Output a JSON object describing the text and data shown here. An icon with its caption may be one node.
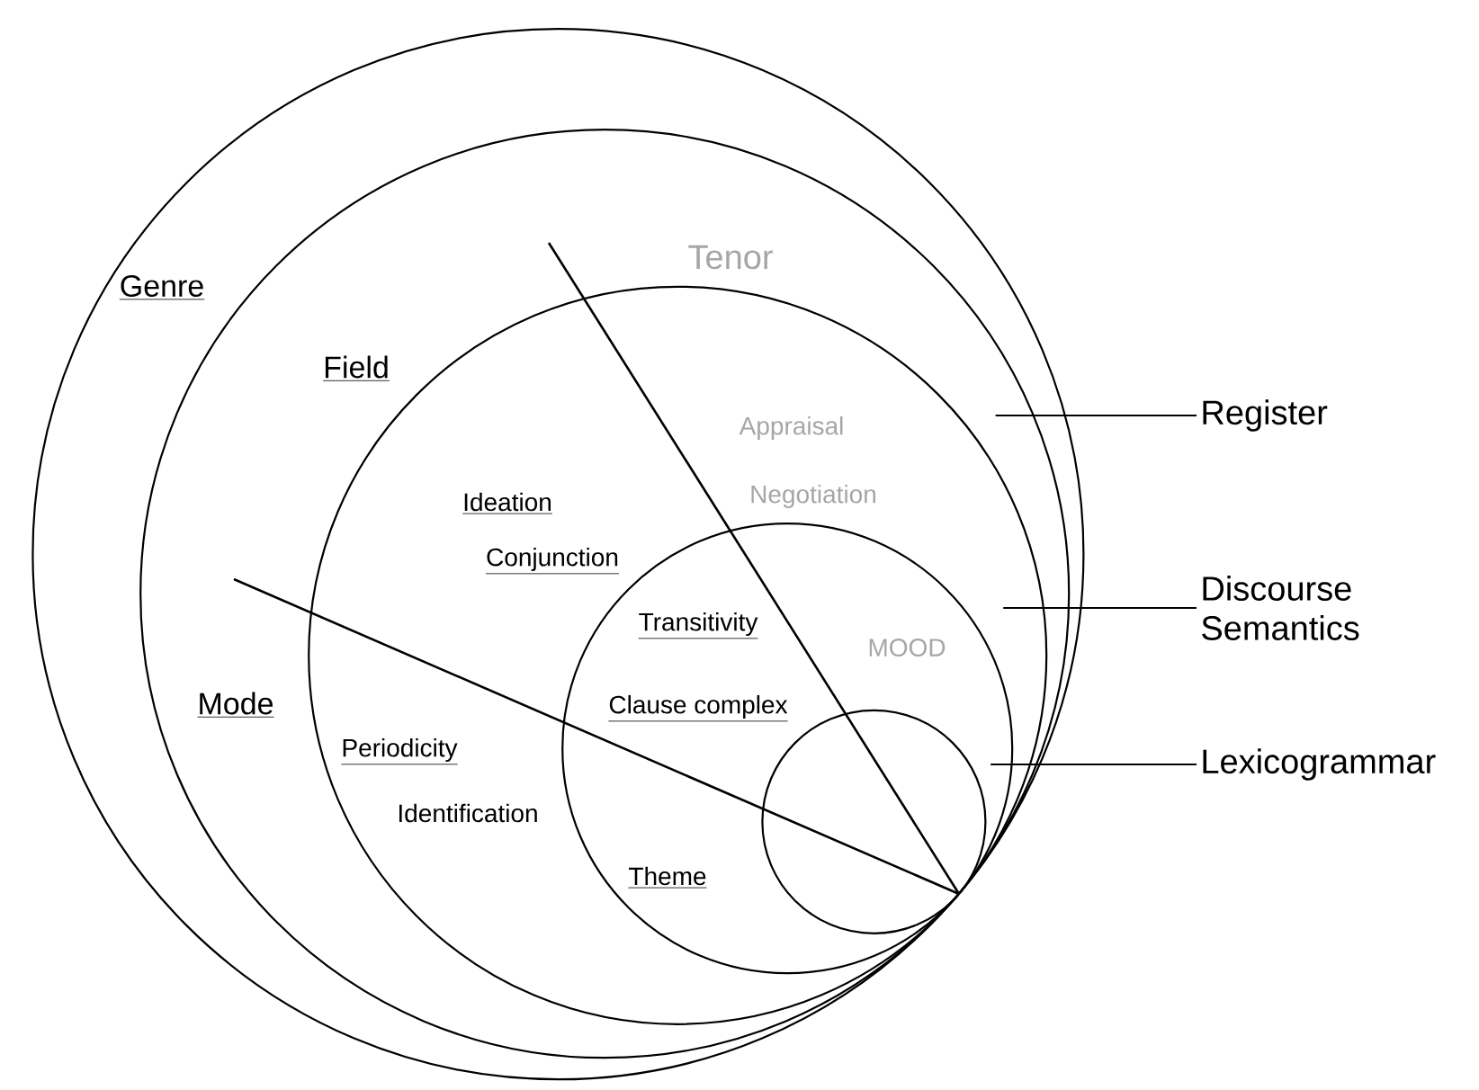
{
  "diagram": {
    "nodes": [
      {
        "text": [
          "Genre"
        ]
      },
      {
        "text": [
          "Field",
          "Tenor",
          "Mode"
        ],
        "in": 0
      },
      {
        "text": [
          "Ideation",
          "Conjunction",
          "Appraisal",
          "Negotiation",
          "Periodicity",
          "Identification"
        ],
        "in": 1
      },
      {
        "text": [
          "Transitivity",
          "Clause complex",
          "MOOD",
          "Theme"
        ],
        "in": 2
      },
      {
        "text": [],
        "shape": "circle",
        "in": 3
      },
      {
        "text": [
          "Register"
        ]
      },
      {
        "text": [
          "Discourse Semantics"
        ]
      },
      {
        "text": [
          "Lexicogrammar"
        ]
      }
    ],
    "edges": [
      {
        "from": 5,
        "to": 1,
        "arrow": "none"
      },
      {
        "from": 6,
        "to": 2,
        "arrow": "none"
      },
      {
        "from": 7,
        "to": 3,
        "arrow": "none"
      }
    ]
  }
}
